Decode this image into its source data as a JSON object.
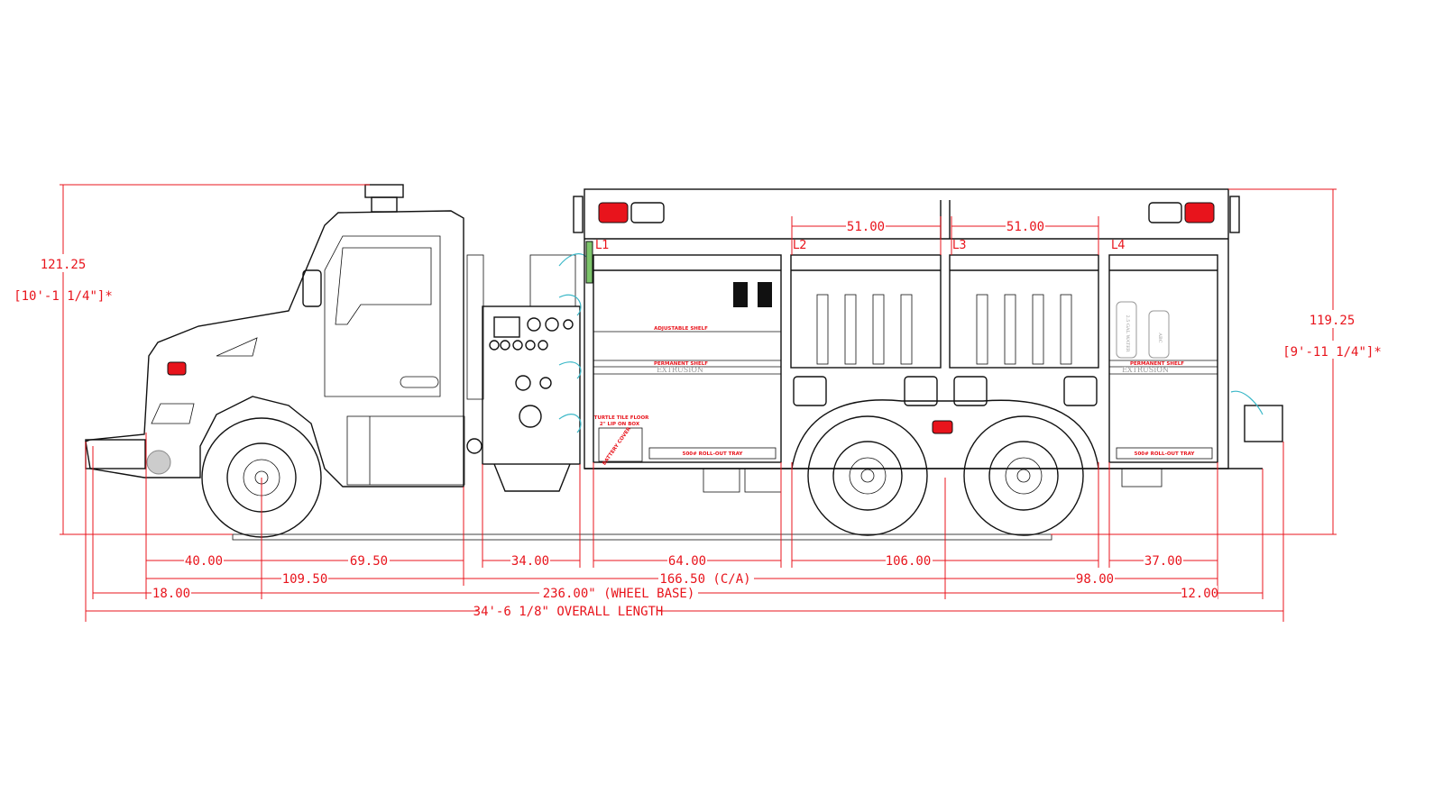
{
  "heights": {
    "front": {
      "value": "121.25",
      "imperial": "[10'-1 1/4\"]*"
    },
    "rear": {
      "value": "119.25",
      "imperial": "[9'-11 1/4\"]*"
    }
  },
  "top_dimensions": [
    "51.00",
    "51.00"
  ],
  "compartments": [
    "L1",
    "L2",
    "L3",
    "L4"
  ],
  "compartment_notes": {
    "adjustable_shelf": "ADJUSTABLE SHELF",
    "permanent_shelf": "PERMANENT SHELF",
    "extrusion": "EXTRUSION",
    "turtle_tile": "TURTLE TILE FLOOR",
    "lip": "2\" LIP ON BOX",
    "battery_cover": "BATTERY COVER",
    "rollout_tray": "500# ROLL-OUT TRAY",
    "extinguisher_1": "2.5 GAL WATER",
    "extinguisher_2": "ABC"
  },
  "row1": [
    "40.00",
    "69.50",
    "34.00",
    "64.00",
    "106.00",
    "37.00"
  ],
  "row2": [
    "109.50",
    "166.50 (C/A)",
    "98.00"
  ],
  "row3": [
    "18.00",
    "236.00\" (WHEEL BASE)",
    "12.00"
  ],
  "overall": "34'-6 1/8\" OVERALL LENGTH",
  "colors": {
    "dimension": "#e8141c",
    "line": "#111111",
    "accent": "#3bb8c8"
  }
}
